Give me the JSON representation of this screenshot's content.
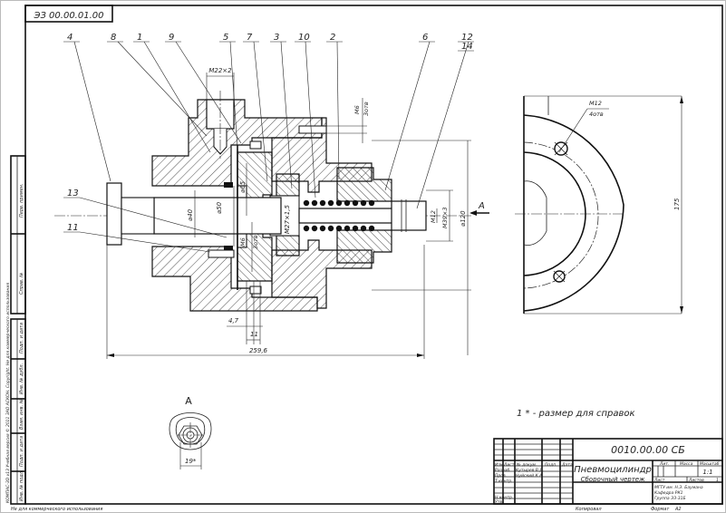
{
  "document": {
    "code_stamp": "ЭЗ 00.00.01.00",
    "note": "1 * - размер для справок",
    "view_label": "A",
    "section_arrow_label": "A",
    "bottom_left_note": "Не для коммерческого использования",
    "copied_label": "Копировал",
    "format_label": "Формат",
    "format_value": "А2"
  },
  "callouts": [
    "4",
    "8",
    "1",
    "9",
    "5",
    "7",
    "3",
    "10",
    "2",
    "6",
    "12",
    "14",
    "13",
    "11"
  ],
  "dimensions": {
    "thread_top": "M22×2",
    "m6_right": "M6",
    "holes_right": "3отв",
    "d65": "⌀65",
    "d50": "⌀50",
    "d40": "⌀40",
    "m6_lower": "M6",
    "holes_lower": "3отв",
    "m27": "M27×1,5",
    "m12": "M12",
    "m39": "M39×3",
    "d120": "⌀120",
    "d4_7": "4,7",
    "d11": "11",
    "overall_length": "259,6",
    "m12_flange": "M12",
    "holes_flange": "4отв",
    "height_175": "175",
    "width_19": "19*"
  },
  "title_block": {
    "designation": "0010.00.00 СБ",
    "name": "Пневмоцилиндр",
    "doc_type": "Сборочный чертеж",
    "header_cols": [
      "Изм",
      "Лист",
      "№ докум.",
      "Подп.",
      "Дата"
    ],
    "roles": [
      {
        "role": "Разраб.",
        "name": "Кутырев В.Д."
      },
      {
        "role": "Пров.",
        "name": "Нуйский К.А."
      },
      {
        "role": "Т.контр.",
        "name": ""
      },
      {
        "role": "",
        "name": ""
      },
      {
        "role": "Н.контр.",
        "name": ""
      },
      {
        "role": "Утв.",
        "name": ""
      }
    ],
    "lit_label": "Лит.",
    "mass_label": "Масса",
    "scale_label": "Масштаб",
    "scale_value": "1:1",
    "sheet_label": "Лист",
    "sheets_label": "Листов",
    "sheets_value": "1",
    "org_line1": "МГТУ им. Н.Э. Баумана",
    "org_line2": "Кафедра РК1",
    "org_line3": "Группа ЭЗ-31Б"
  },
  "side_stamp": {
    "primary_use": "Перв. примен.",
    "ref_no": "Справ. №",
    "sign_date1": "Подп. и дата",
    "dup_no": "Инв. № дубл.",
    "replace_no": "Взам. инв. №",
    "sign_date2": "Подп. и дата",
    "orig_no": "Инв. № подл.",
    "license_text": "КОМПАС-3D v13 Учебная версия © 2011 ЗАО АСКОН. Copyright. Не для коммерческого использования"
  }
}
